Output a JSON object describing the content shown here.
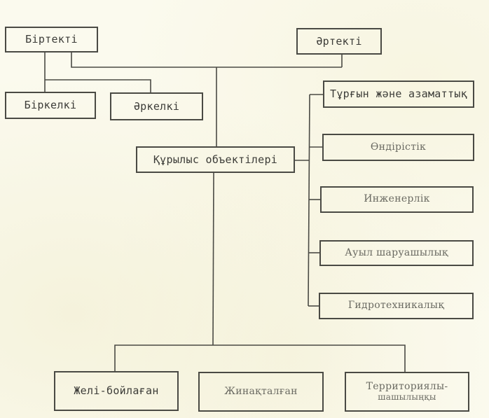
{
  "diagram": {
    "top_left": "Біртекті",
    "top_right": "Әртекті",
    "sub_left_1": "Біркелкі",
    "sub_left_2": "Әркелкі",
    "center": "Құрылыс объектілері",
    "right_branches": [
      "Тұрғын және азаматтық",
      "Өндірістік",
      "Инженерлік",
      "Ауыл шаруашылық",
      "Гидротехникалық"
    ],
    "bottom_branches": [
      {
        "line1": "Желі-бойлаған"
      },
      {
        "line1": "Жинақталған"
      },
      {
        "line1": "Территориялы-",
        "line2": "шашылыңқы"
      }
    ]
  },
  "colors": {
    "paper": "#fbfaee",
    "ink": "#4a4a44"
  }
}
